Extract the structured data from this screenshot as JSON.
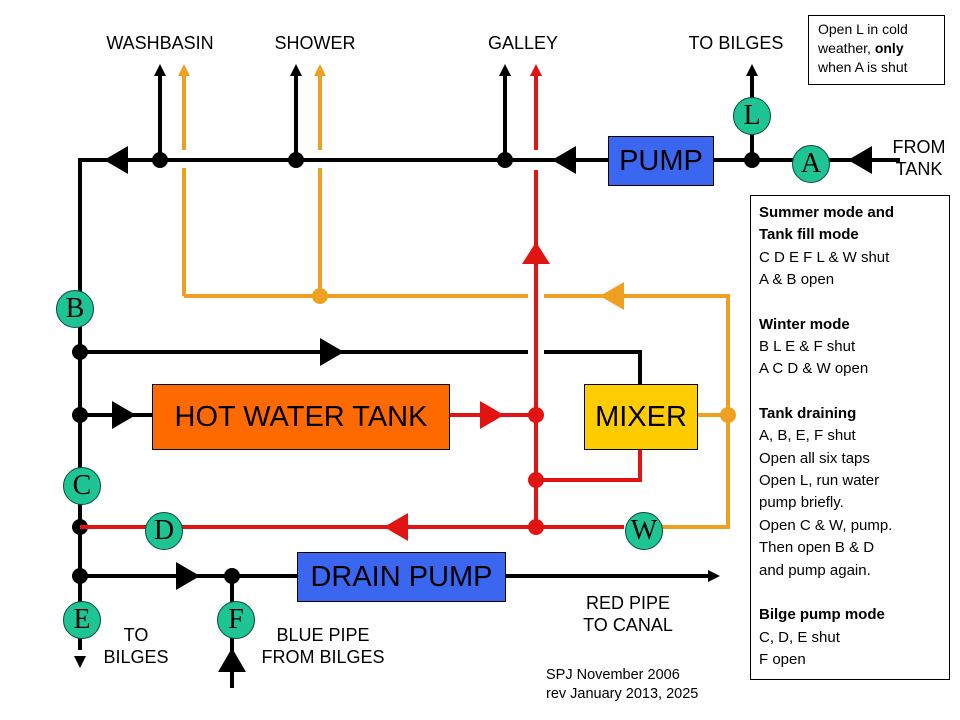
{
  "colors": {
    "cold_pipe": "#000000",
    "hot_pipe": "#e21313",
    "mixed_pipe": "#f0a020",
    "pump_box": "#3a66f0",
    "hot_tank_box": "#ff6a00",
    "mixer_box": "#ffcc00",
    "valve": "#1fc494"
  },
  "labels": {
    "washbasin": "WASHBASIN",
    "shower": "SHOWER",
    "galley": "GALLEY",
    "to_bilges_top": "TO BILGES",
    "from_tank_1": "FROM",
    "from_tank_2": "TANK",
    "to_bilges_bottom_1": "TO",
    "to_bilges_bottom_2": "BILGES",
    "blue_pipe_1": "BLUE PIPE",
    "blue_pipe_2": "FROM BILGES",
    "red_pipe_1": "RED PIPE",
    "red_pipe_2": "TO CANAL"
  },
  "components": {
    "pump": "PUMP",
    "hot_water_tank": "HOT WATER TANK",
    "mixer": "MIXER",
    "drain_pump": "DRAIN PUMP"
  },
  "valves": {
    "A": "A",
    "B": "B",
    "C": "C",
    "D": "D",
    "E": "E",
    "F": "F",
    "L": "L",
    "W": "W"
  },
  "cold_note": {
    "line1": "Open L in cold",
    "line2_pre": "weather, ",
    "line2_bold": "only",
    "line3": "when A is shut"
  },
  "modes": [
    {
      "title_lines": [
        "Summer mode and",
        "Tank fill mode"
      ],
      "lines": [
        "C D E F L & W shut",
        "A & B open"
      ]
    },
    {
      "title_lines": [
        "Winter mode"
      ],
      "lines": [
        "B L E & F shut",
        "A C D & W open"
      ]
    },
    {
      "title_lines": [
        "Tank draining"
      ],
      "lines": [
        "A, B, E, F shut",
        "Open all six taps",
        "Open L, run water",
        "pump briefly.",
        "Open C & W, pump.",
        "Then open B & D",
        "and pump again."
      ]
    },
    {
      "title_lines": [
        "Bilge pump mode"
      ],
      "lines": [
        "C, D, E shut",
        "F open"
      ]
    }
  ],
  "credit": {
    "line1": "SPJ November 2006",
    "line2": "rev January 2013, 2025"
  }
}
